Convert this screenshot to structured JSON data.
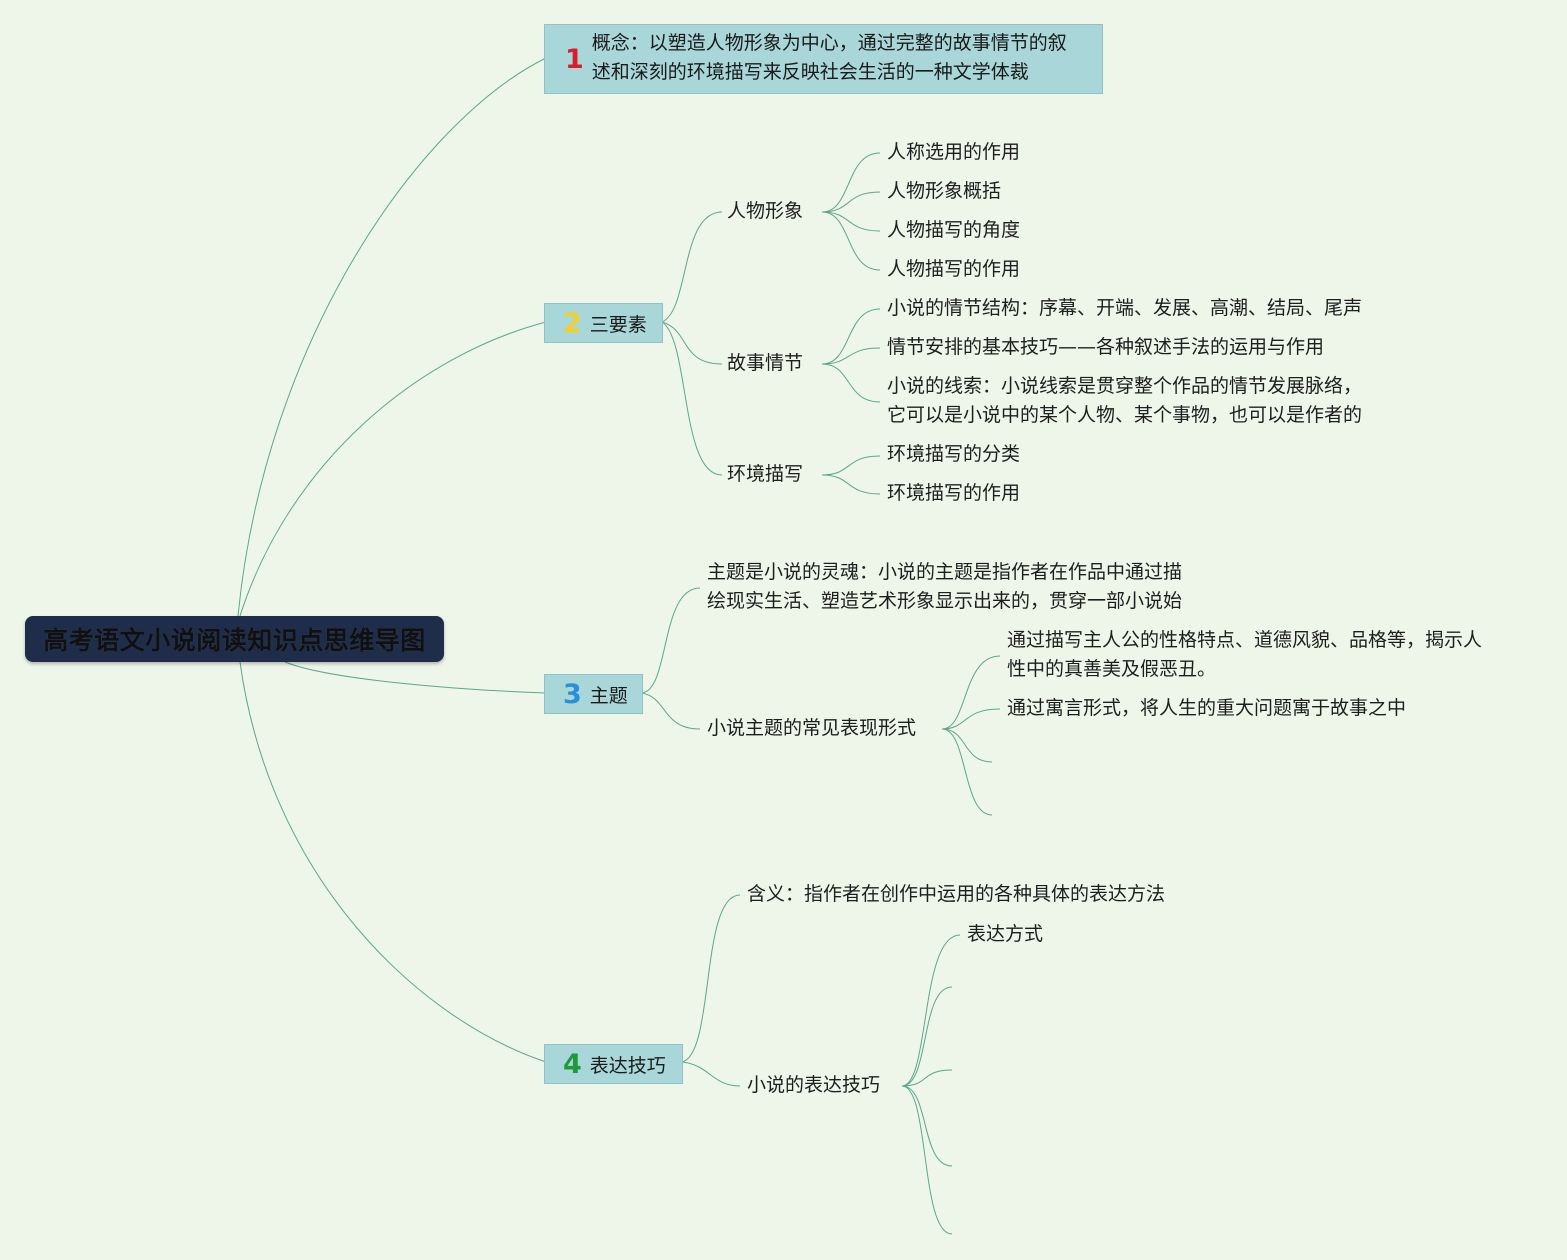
{
  "title": "高考语文小说阅读知识点思维导图",
  "colors": {
    "background": "#edf6e9",
    "root_fill": "#1f2d4a",
    "branch_fill": "#a9d7d9",
    "connector": "#5fa58d",
    "num1": "#d81e2c",
    "num2": "#f2cf2c",
    "num3": "#2a8fd6",
    "num4": "#1e9a3a"
  },
  "branches": {
    "b1": {
      "num": "1",
      "text_line1": "概念：以塑造人物形象为中心，通过完整的故事情节的叙",
      "text_line2": "述和深刻的环境描写来反映社会生活的一种文学体裁"
    },
    "b2": {
      "num": "2",
      "label": "三要素",
      "renwu": {
        "label": "人物形象",
        "items": [
          "人称选用的作用",
          "人物形象概括",
          "人物描写的角度",
          "人物描写的作用"
        ]
      },
      "qingjie": {
        "label": "故事情节",
        "item1": "小说的情节结构：序幕、开端、发展、高潮、结局、尾声",
        "item2": "情节安排的基本技巧——各种叙述手法的运用与作用",
        "item3_line1": "小说的线索：小说线索是贯穿整个作品的情节发展脉络，",
        "item3_line2": "它可以是小说中的某个人物、某个事物，也可以是作者的"
      },
      "huanjing": {
        "label": "环境描写",
        "items": [
          "环境描写的分类",
          "环境描写的作用"
        ]
      }
    },
    "b3": {
      "num": "3",
      "label": "主题",
      "soul_line1": "主题是小说的灵魂：小说的主题是指作者在作品中通过描",
      "soul_line2": "绘现实生活、塑造艺术形象显示出来的，贯穿一部小说始",
      "forms": {
        "label": "小说主题的常见表现形式",
        "item1_line1": "通过描写主人公的性格特点、道德风貌、品格等，揭示人",
        "item1_line2": "性中的真善美及假恶丑。",
        "item2": "通过寓言形式，将人生的重大问题寓于故事之中"
      }
    },
    "b4": {
      "num": "4",
      "label": "表达技巧",
      "meaning": "含义：指作者在创作中运用的各种具体的表达方法",
      "skills": {
        "label": "小说的表达技巧",
        "item1": "表达方式"
      }
    }
  }
}
